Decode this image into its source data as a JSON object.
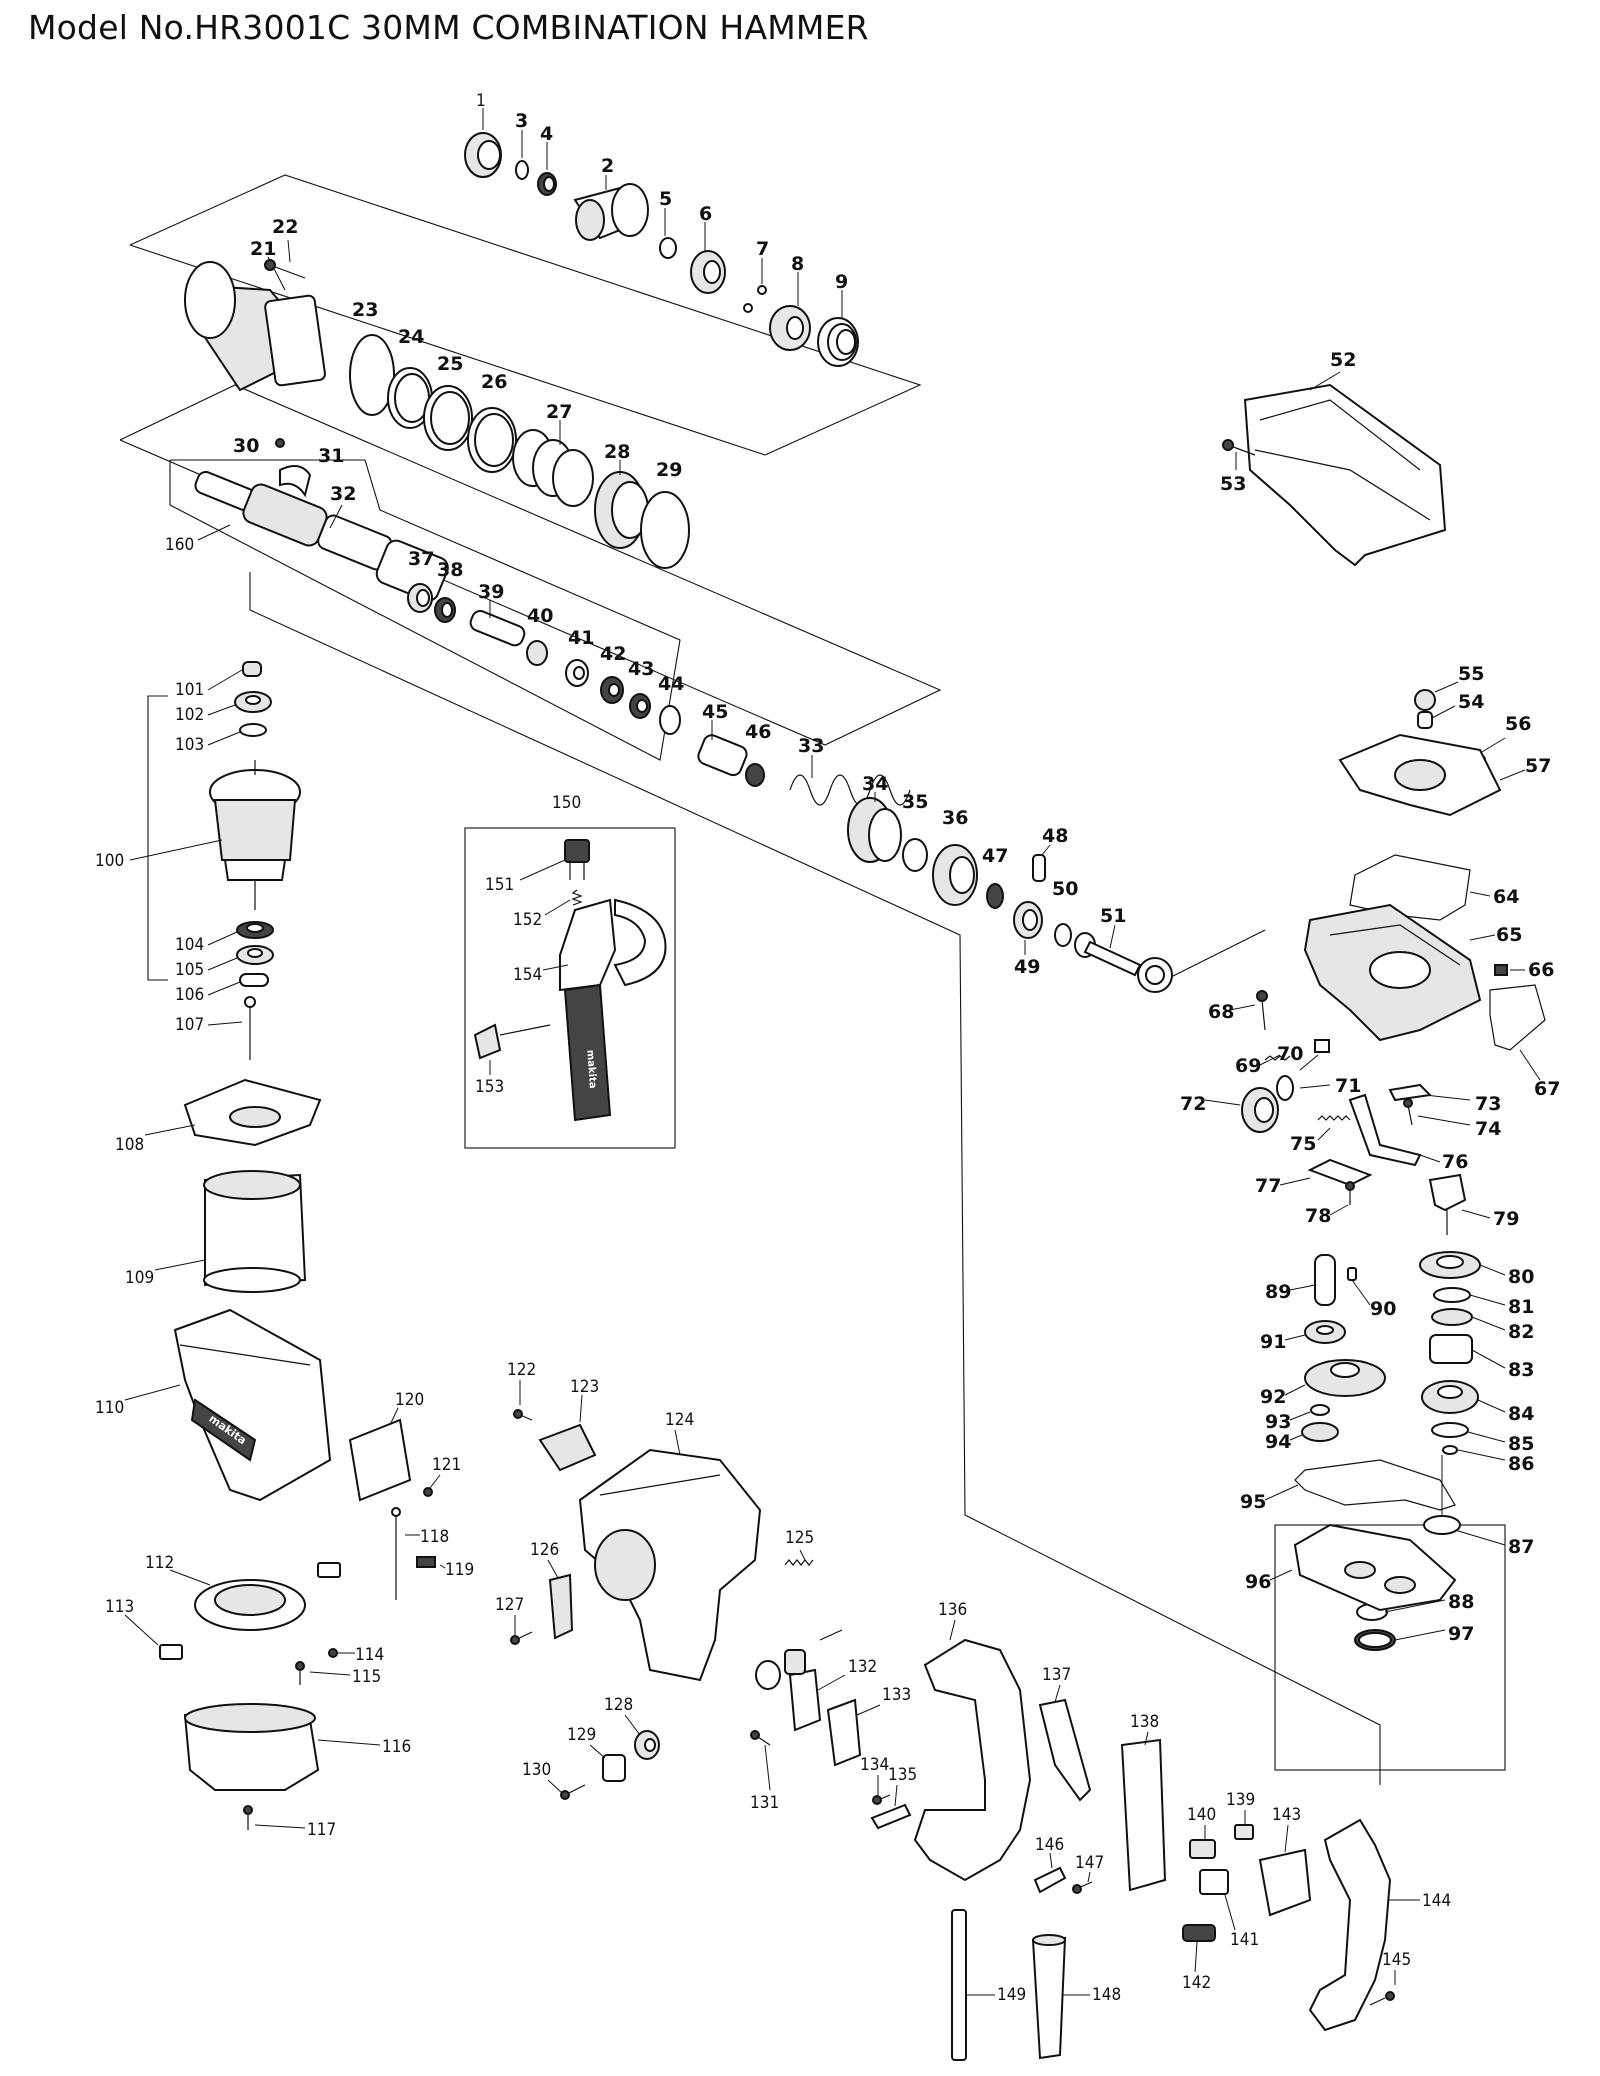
{
  "title": "Model No.HR3001C 30MM COMBINATION HAMMER",
  "labels": [
    {
      "id": "1",
      "text": "1"
    },
    {
      "id": "2",
      "text": "2"
    },
    {
      "id": "3",
      "text": "3"
    },
    {
      "id": "4",
      "text": "4"
    },
    {
      "id": "5",
      "text": "5"
    },
    {
      "id": "6",
      "text": "6"
    },
    {
      "id": "7",
      "text": "7"
    },
    {
      "id": "8",
      "text": "8"
    },
    {
      "id": "9",
      "text": "9"
    },
    {
      "id": "21",
      "text": "21"
    },
    {
      "id": "22",
      "text": "22"
    },
    {
      "id": "23",
      "text": "23"
    },
    {
      "id": "24",
      "text": "24"
    },
    {
      "id": "25",
      "text": "25"
    },
    {
      "id": "26",
      "text": "26"
    },
    {
      "id": "27",
      "text": "27"
    },
    {
      "id": "28",
      "text": "28"
    },
    {
      "id": "29",
      "text": "29"
    },
    {
      "id": "30",
      "text": "30"
    },
    {
      "id": "31",
      "text": "31"
    },
    {
      "id": "32",
      "text": "32"
    },
    {
      "id": "33",
      "text": "33"
    },
    {
      "id": "34",
      "text": "34"
    },
    {
      "id": "35",
      "text": "35"
    },
    {
      "id": "36",
      "text": "36"
    },
    {
      "id": "37",
      "text": "37"
    },
    {
      "id": "38",
      "text": "38"
    },
    {
      "id": "39",
      "text": "39"
    },
    {
      "id": "40",
      "text": "40"
    },
    {
      "id": "41",
      "text": "41"
    },
    {
      "id": "42",
      "text": "42"
    },
    {
      "id": "43",
      "text": "43"
    },
    {
      "id": "44",
      "text": "44"
    },
    {
      "id": "45",
      "text": "45"
    },
    {
      "id": "46",
      "text": "46"
    },
    {
      "id": "47",
      "text": "47"
    },
    {
      "id": "48",
      "text": "48"
    },
    {
      "id": "49",
      "text": "49"
    },
    {
      "id": "50",
      "text": "50"
    },
    {
      "id": "51",
      "text": "51"
    },
    {
      "id": "52",
      "text": "52"
    },
    {
      "id": "53",
      "text": "53"
    },
    {
      "id": "54",
      "text": "54"
    },
    {
      "id": "55",
      "text": "55"
    },
    {
      "id": "56",
      "text": "56"
    },
    {
      "id": "57",
      "text": "57"
    },
    {
      "id": "64",
      "text": "64"
    },
    {
      "id": "65",
      "text": "65"
    },
    {
      "id": "66",
      "text": "66"
    },
    {
      "id": "67",
      "text": "67"
    },
    {
      "id": "68",
      "text": "68"
    },
    {
      "id": "69",
      "text": "69"
    },
    {
      "id": "70",
      "text": "70"
    },
    {
      "id": "71",
      "text": "71"
    },
    {
      "id": "72",
      "text": "72"
    },
    {
      "id": "73",
      "text": "73"
    },
    {
      "id": "74",
      "text": "74"
    },
    {
      "id": "75",
      "text": "75"
    },
    {
      "id": "76",
      "text": "76"
    },
    {
      "id": "77",
      "text": "77"
    },
    {
      "id": "78",
      "text": "78"
    },
    {
      "id": "79",
      "text": "79"
    },
    {
      "id": "80",
      "text": "80"
    },
    {
      "id": "81",
      "text": "81"
    },
    {
      "id": "82",
      "text": "82"
    },
    {
      "id": "83",
      "text": "83"
    },
    {
      "id": "84",
      "text": "84"
    },
    {
      "id": "85",
      "text": "85"
    },
    {
      "id": "86",
      "text": "86"
    },
    {
      "id": "87",
      "text": "87"
    },
    {
      "id": "88",
      "text": "88"
    },
    {
      "id": "89",
      "text": "89"
    },
    {
      "id": "90",
      "text": "90"
    },
    {
      "id": "91",
      "text": "91"
    },
    {
      "id": "92",
      "text": "92"
    },
    {
      "id": "93",
      "text": "93"
    },
    {
      "id": "94",
      "text": "94"
    },
    {
      "id": "95",
      "text": "95"
    },
    {
      "id": "96",
      "text": "96"
    },
    {
      "id": "97",
      "text": "97"
    },
    {
      "id": "100",
      "text": "100"
    },
    {
      "id": "101",
      "text": "101"
    },
    {
      "id": "102",
      "text": "102"
    },
    {
      "id": "103",
      "text": "103"
    },
    {
      "id": "104",
      "text": "104"
    },
    {
      "id": "105",
      "text": "105"
    },
    {
      "id": "106",
      "text": "106"
    },
    {
      "id": "107",
      "text": "107"
    },
    {
      "id": "108",
      "text": "108"
    },
    {
      "id": "109",
      "text": "109"
    },
    {
      "id": "110",
      "text": "110"
    },
    {
      "id": "112",
      "text": "112"
    },
    {
      "id": "113",
      "text": "113"
    },
    {
      "id": "114",
      "text": "114"
    },
    {
      "id": "115",
      "text": "115"
    },
    {
      "id": "116",
      "text": "116"
    },
    {
      "id": "117",
      "text": "117"
    },
    {
      "id": "118",
      "text": "118"
    },
    {
      "id": "119",
      "text": "119"
    },
    {
      "id": "120",
      "text": "120"
    },
    {
      "id": "121",
      "text": "121"
    },
    {
      "id": "122",
      "text": "122"
    },
    {
      "id": "123",
      "text": "123"
    },
    {
      "id": "124",
      "text": "124"
    },
    {
      "id": "125",
      "text": "125"
    },
    {
      "id": "126",
      "text": "126"
    },
    {
      "id": "127",
      "text": "127"
    },
    {
      "id": "128",
      "text": "128"
    },
    {
      "id": "129",
      "text": "129"
    },
    {
      "id": "130",
      "text": "130"
    },
    {
      "id": "131",
      "text": "131"
    },
    {
      "id": "132",
      "text": "132"
    },
    {
      "id": "133",
      "text": "133"
    },
    {
      "id": "134",
      "text": "134"
    },
    {
      "id": "135",
      "text": "135"
    },
    {
      "id": "136",
      "text": "136"
    },
    {
      "id": "137",
      "text": "137"
    },
    {
      "id": "138",
      "text": "138"
    },
    {
      "id": "139",
      "text": "139"
    },
    {
      "id": "140",
      "text": "140"
    },
    {
      "id": "141",
      "text": "141"
    },
    {
      "id": "142",
      "text": "142"
    },
    {
      "id": "143",
      "text": "143"
    },
    {
      "id": "144",
      "text": "144"
    },
    {
      "id": "145",
      "text": "145"
    },
    {
      "id": "146",
      "text": "146"
    },
    {
      "id": "147",
      "text": "147"
    },
    {
      "id": "148",
      "text": "148"
    },
    {
      "id": "149",
      "text": "149"
    },
    {
      "id": "150",
      "text": "150"
    },
    {
      "id": "151",
      "text": "151"
    },
    {
      "id": "152",
      "text": "152"
    },
    {
      "id": "153",
      "text": "153"
    },
    {
      "id": "154",
      "text": "154"
    },
    {
      "id": "160",
      "text": "160"
    }
  ],
  "brand_marks": [
    "makita",
    "makita"
  ]
}
